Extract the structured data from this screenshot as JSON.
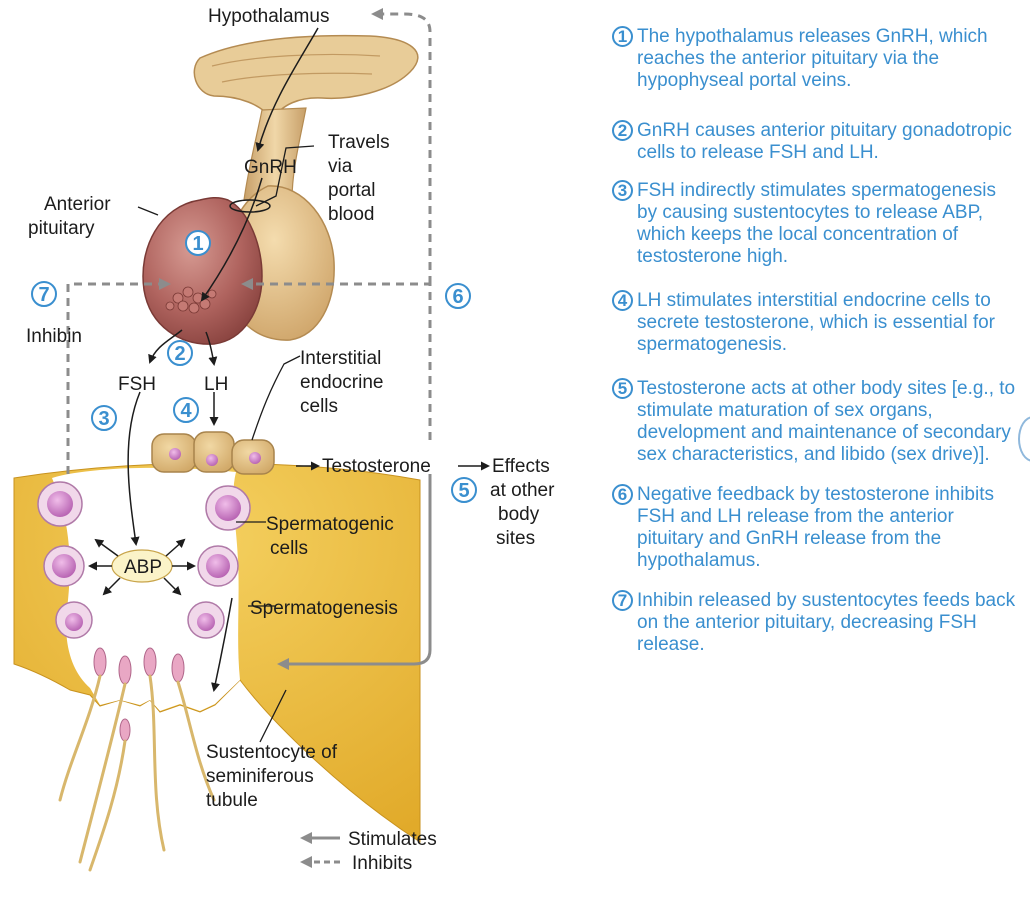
{
  "labels": {
    "hypothalamus": "Hypothalamus",
    "gnrh": "GnRH",
    "travels_1": "Travels",
    "travels_2": "via",
    "travels_3": "portal",
    "travels_4": "blood",
    "anterior_1": "Anterior",
    "anterior_2": "pituitary",
    "inhibin": "Inhibin",
    "fsh": "FSH",
    "lh": "LH",
    "interstitial_1": "Interstitial",
    "interstitial_2": "endocrine",
    "interstitial_3": "cells",
    "testosterone": "Testosterone",
    "effects_1": "Effects",
    "effects_2": "at other",
    "effects_3": "body",
    "effects_4": "sites",
    "abp": "ABP",
    "spermatogenic_1": "Spermatogenic",
    "spermatogenic_2": "cells",
    "spermatogenesis": "Spermatogenesis",
    "sustentocyte_1": "Sustentocyte of",
    "sustentocyte_2": "seminiferous",
    "sustentocyte_3": "tubule"
  },
  "legend": {
    "stimulates": "Stimulates",
    "inhibits": "Inhibits"
  },
  "numbers": [
    "1",
    "2",
    "3",
    "4",
    "5",
    "6",
    "7"
  ],
  "steps": [
    {
      "num": "1",
      "text": "The hypothalamus releases GnRH, which reaches the anterior pituitary via the hypophyseal portal veins."
    },
    {
      "num": "2",
      "text": "GnRH causes anterior pituitary gonadotropic cells to release FSH and LH."
    },
    {
      "num": "3",
      "text": "FSH indirectly stimulates spermatogenesis by causing sustentocytes to release ABP, which keeps the local concentration of testosterone high."
    },
    {
      "num": "4",
      "text": "LH stimulates interstitial endocrine cells to secrete testosterone, which is essential for spermatogenesis."
    },
    {
      "num": "5",
      "text": "Testosterone acts at other body sites [e.g., to stimulate maturation of sex organs, development and maintenance of secondary sex characteristics, and libido (sex drive)]."
    },
    {
      "num": "6",
      "text": "Negative feedback by testosterone inhibits FSH and LH release from the anterior pituitary and GnRH release from the hypothalamus."
    },
    {
      "num": "7",
      "text": "Inhibin released by sustentocytes feeds back on the anterior pituitary, decreasing FSH release."
    }
  ],
  "colors": {
    "accent_blue": "#3a8fcf",
    "tubule_yellow": "#f0c040",
    "pituitary_anterior": "#b0645f",
    "pituitary_posterior": "#e2c08c",
    "cell_pink": "#d98fd0",
    "feedback_gray": "#8c8c8c"
  }
}
